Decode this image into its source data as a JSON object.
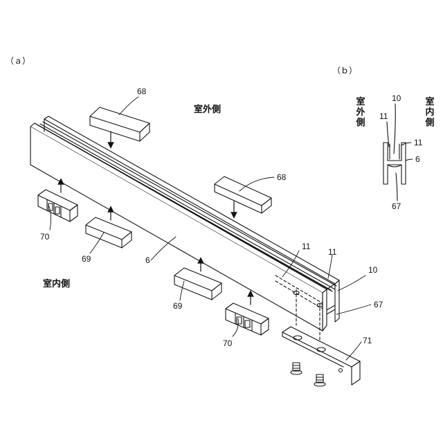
{
  "panel_a": "（ａ）",
  "panel_b": "（ｂ）",
  "text_outdoor": "室外側",
  "text_indoor": "室内側",
  "labels": {
    "n68": "68",
    "n69": "69",
    "n70": "70",
    "n6": "6",
    "n10": "10",
    "n11": "11",
    "n67": "67",
    "n71": "71"
  }
}
